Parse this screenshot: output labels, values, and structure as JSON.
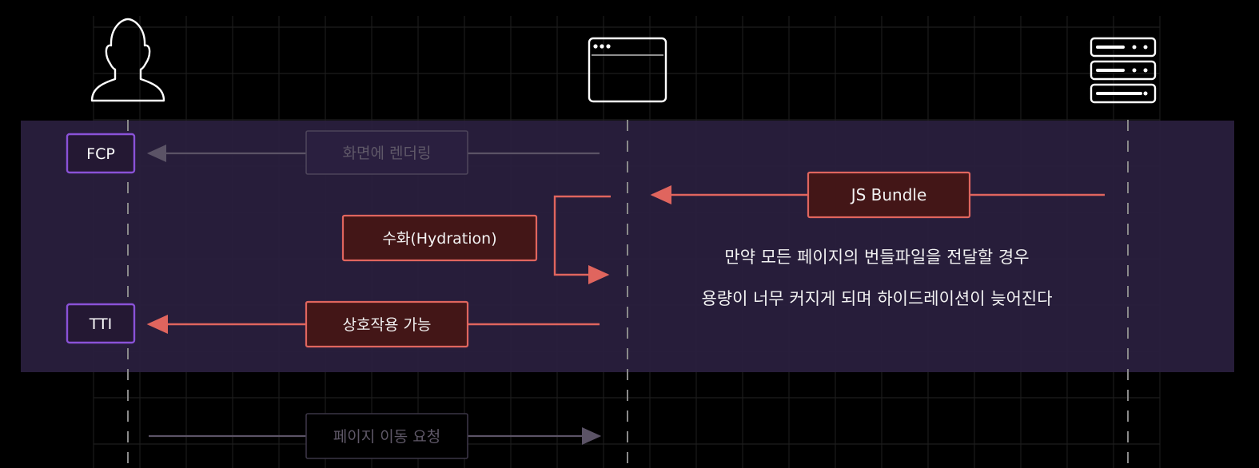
{
  "actors": [
    {
      "name": "User",
      "icon": "user-icon"
    },
    {
      "name": "Browser",
      "icon": "browser-window-icon"
    },
    {
      "name": "Server",
      "icon": "server-icon"
    }
  ],
  "markers": {
    "fcp": "FCP",
    "tti": "TTI"
  },
  "messages": {
    "render_to_screen": "화면에 렌더링",
    "js_bundle": "JS Bundle",
    "hydration": "수화(Hydration)",
    "interactive": "상호작용 가능",
    "page_navigation_request": "페이지 이동 요청"
  },
  "note": {
    "line1": "만약 모든 페이지의 번들파일을 전달할 경우",
    "line2": "용량이 너무 커지게 되며 하이드레이션이 늦어진다"
  },
  "colors": {
    "background": "#000000",
    "highlight_band": "#2a1f3f",
    "grid_line": "#1c1c1c",
    "lifeline": "#8a8a8a",
    "marker_border": "#8a52d8",
    "marker_fill": "#241833",
    "accent_red": "#e0655e",
    "label_fill_red": "#431617",
    "dim_arrow": "#5b5366",
    "dim_text": "#5f5868",
    "text_light": "#f2f2f2"
  }
}
